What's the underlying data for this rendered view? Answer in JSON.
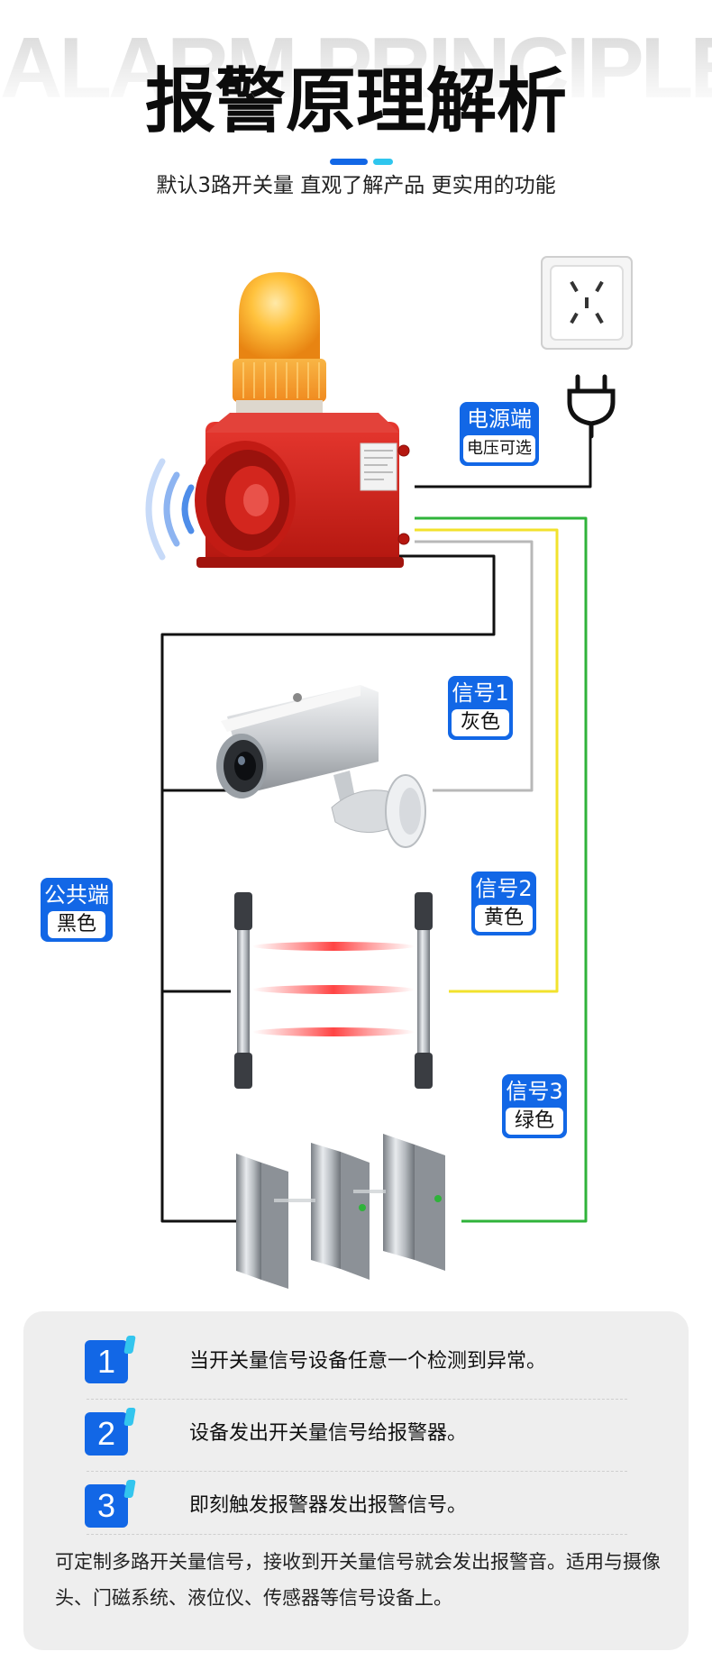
{
  "header": {
    "background_title": "ALARM PRINCIPLE",
    "title": "报警原理解析",
    "subtitle": "默认3路开关量 直观了解产品 更实用的功能"
  },
  "labels": {
    "power": {
      "top": "电源端",
      "bottom": "电压可选"
    },
    "common": {
      "top": "公共端",
      "bottom": "黑色"
    },
    "signal1": {
      "top": "信号1",
      "bottom": "灰色"
    },
    "signal2": {
      "top": "信号2",
      "bottom": "黄色"
    },
    "signal3": {
      "top": "信号3",
      "bottom": "绿色"
    }
  },
  "steps": [
    {
      "num": "1",
      "text": "当开关量信号设备任意一个检测到异常。"
    },
    {
      "num": "2",
      "text": "设备发出开关量信号给报警器。"
    },
    {
      "num": "3",
      "text": "即刻触发报警器发出报警信号。"
    }
  ],
  "note": "可定制多路开关量信号，接收到开关量信号就会发出报警音。适用与摄像头、门磁系统、液位仪、传感器等信号设备上。",
  "colors": {
    "accent_blue": "#1267e6",
    "accent_cyan": "#2fc6ee",
    "wire_black": "#111111",
    "wire_gray": "#b8b8b8",
    "wire_yellow": "#f2e22c",
    "wire_green": "#2fb33a",
    "alarm_red": "#d7231d",
    "lamp_amber": "#f7a51e"
  },
  "icons": [
    "wall-socket-icon",
    "power-plug-icon",
    "sound-wave-icon",
    "alarm-speaker-icon",
    "camera-icon",
    "infrared-beam-icon",
    "turnstile-gate-icon"
  ]
}
